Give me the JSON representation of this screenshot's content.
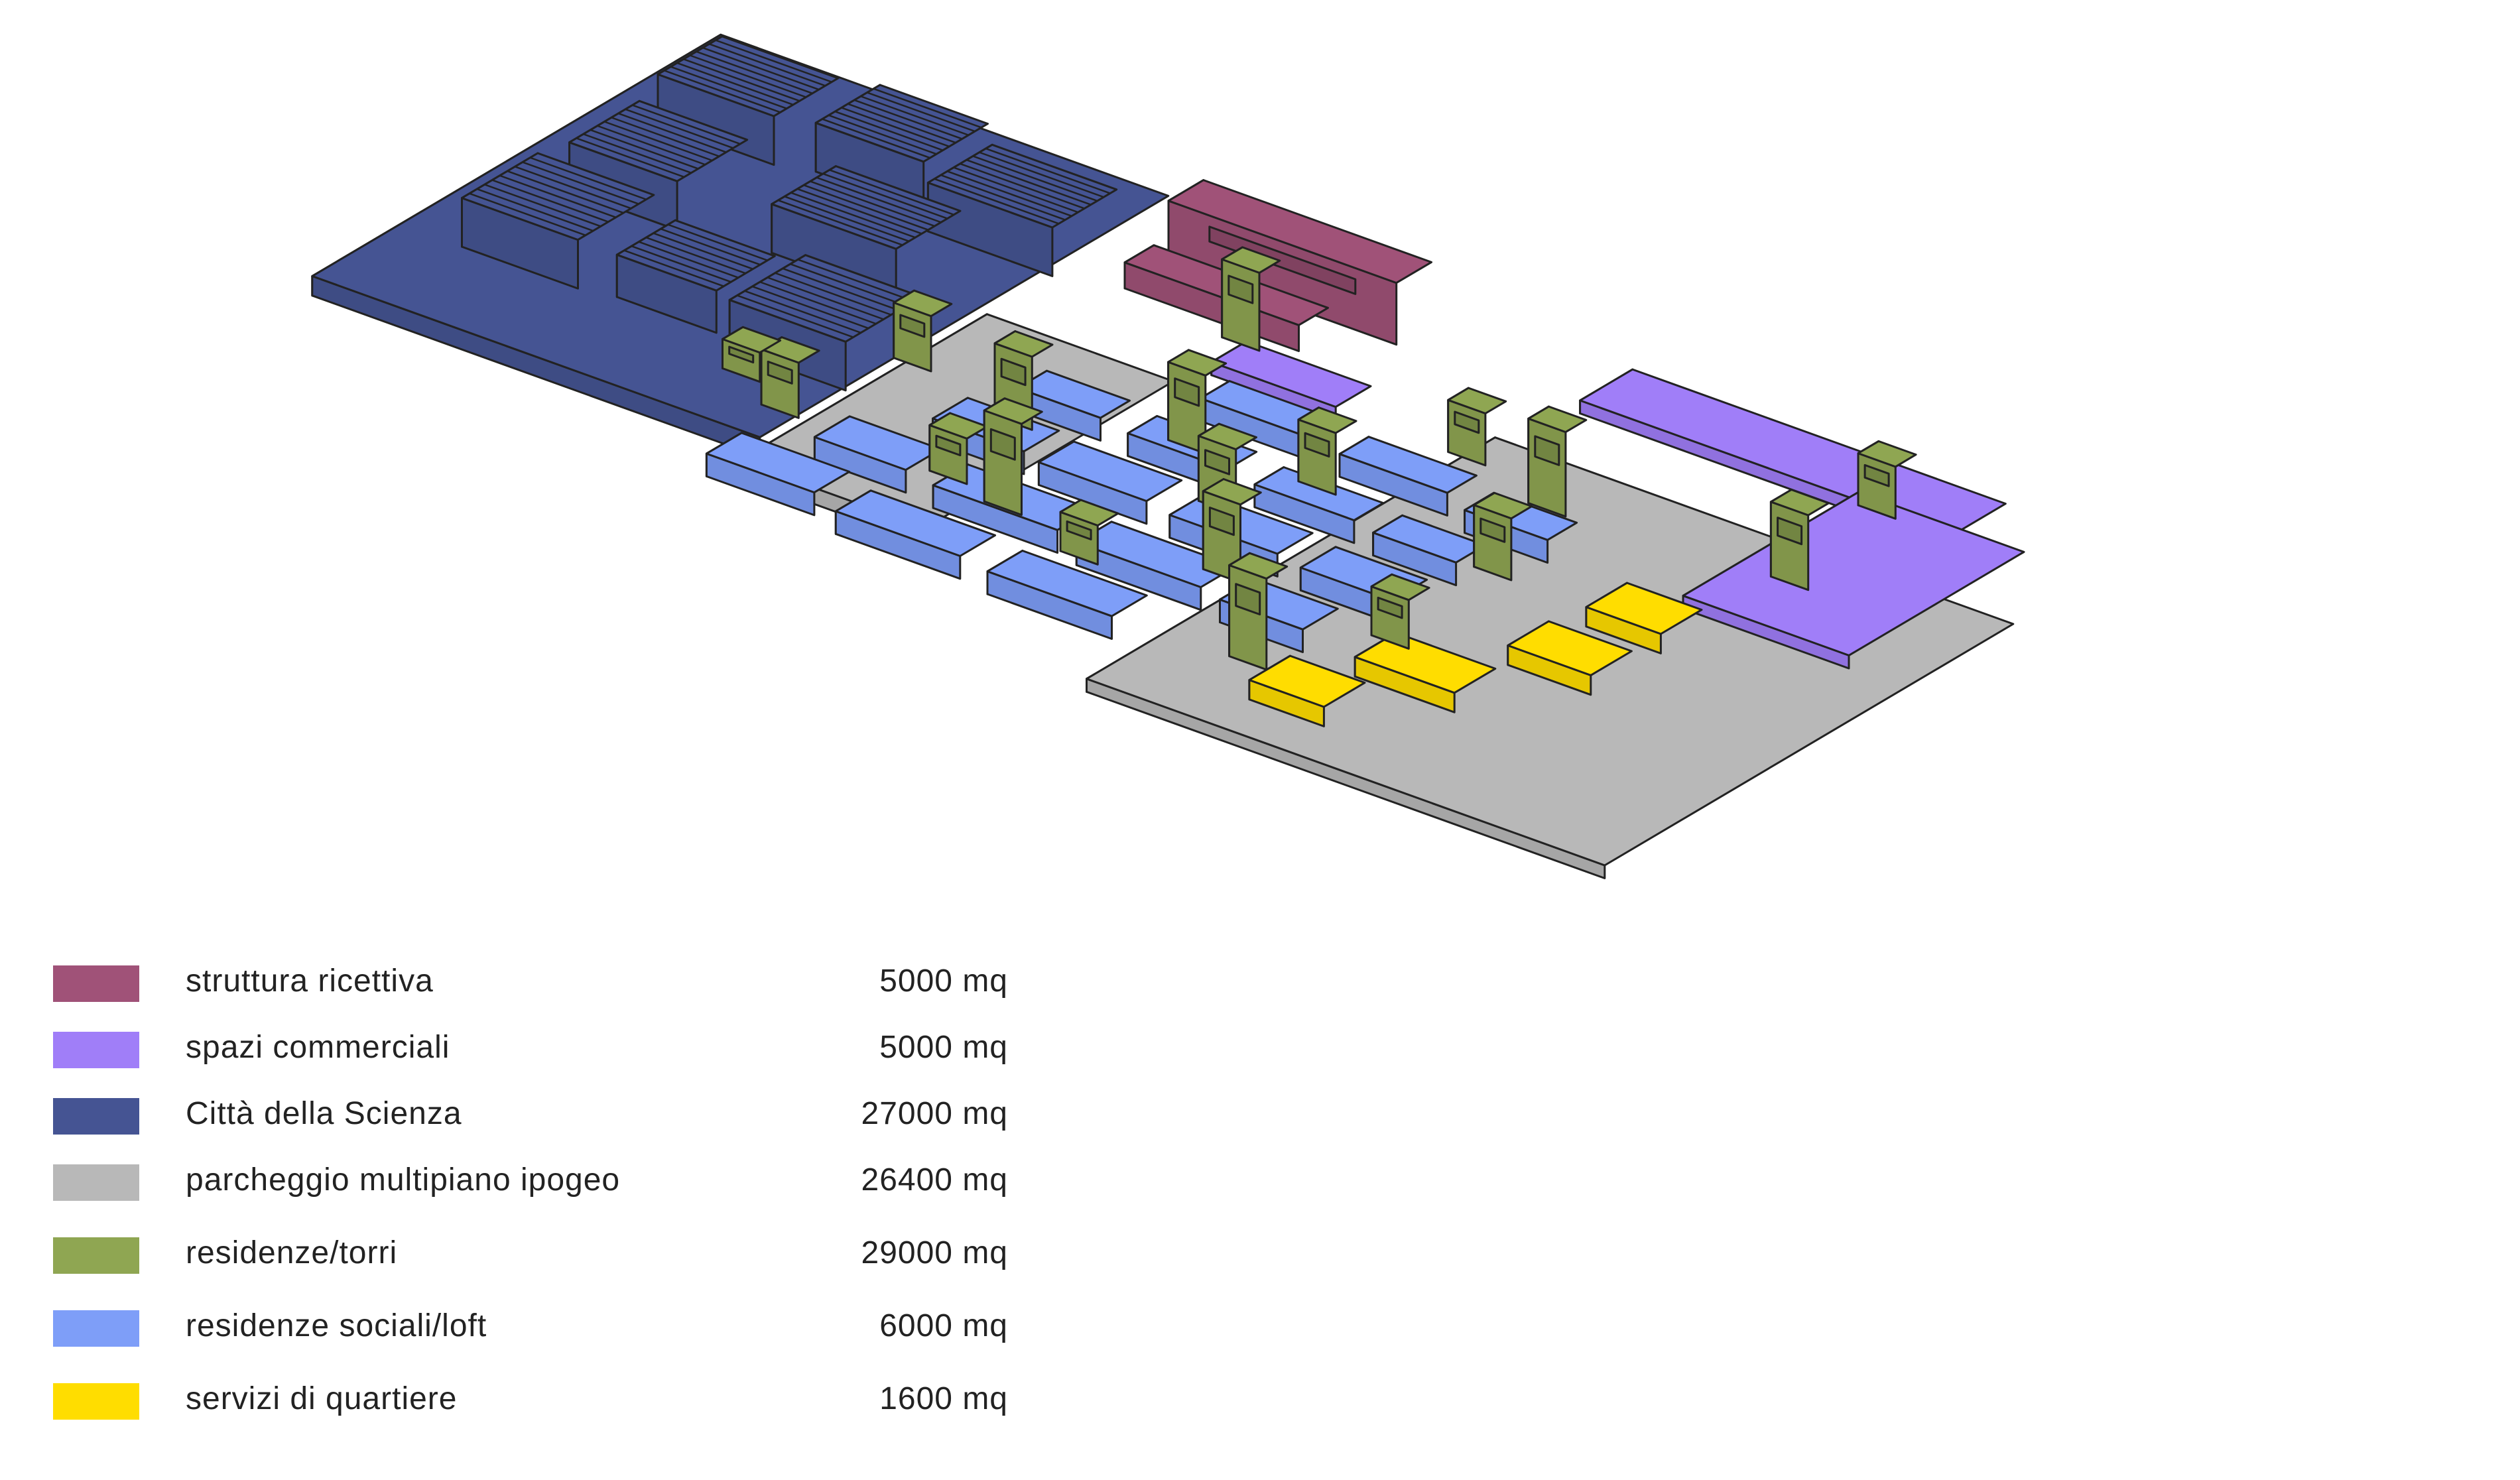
{
  "colors": {
    "struttura_ricettiva": "#A05278",
    "spazi_commerciali": "#A07EF8",
    "citta_della_scienza": "#455493",
    "parcheggio": "#B8B8B8",
    "residenze_torri": "#8FA652",
    "residenze_sociali": "#7E9EF8",
    "servizi": "#FFDD00",
    "outline": "#222222"
  },
  "legend": [
    {
      "label": "struttura ricettiva",
      "area": "5000 mq",
      "color": "#A05278"
    },
    {
      "label": "spazi commerciali",
      "area": "5000 mq",
      "color": "#A07EF8"
    },
    {
      "label": "Città della Scienza",
      "area": "27000 mq",
      "color": "#455493"
    },
    {
      "label": "parcheggio multipiano ipogeo",
      "area": "26400 mq",
      "color": "#B8B8B8"
    },
    {
      "label": "residenze/torri",
      "area": "29000 mq",
      "color": "#8FA652"
    },
    {
      "label": "residenze sociali/loft",
      "area": "6000 mq",
      "color": "#7E9EF8"
    },
    {
      "label": "servizi di quartiere",
      "area": "1600 mq",
      "color": "#FFDD00"
    }
  ]
}
